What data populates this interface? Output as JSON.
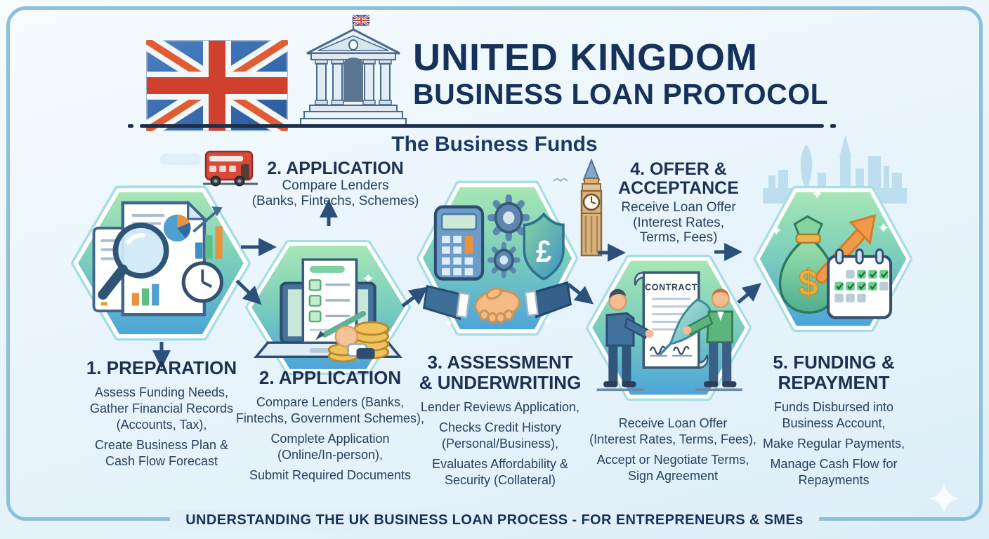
{
  "header": {
    "title_line1": "UNITED KINGDOM",
    "title_line2": "BUSINESS LOAN PROTOCOL",
    "subtitle": "The Business Funds"
  },
  "steps": [
    {
      "heading": "1. PREPARATION",
      "body_lines": [
        "Assess Funding Needs,",
        "Gather Financial Records",
        "(Accounts, Tax),",
        "Create Business Plan &",
        "Cash Flow Forecast"
      ]
    },
    {
      "heading": "2. APPLICATION",
      "top_label": {
        "heading": "2. APPLICATION",
        "lines": [
          "Compare Lenders",
          "(Banks, Fintechs, Schemes)"
        ]
      },
      "body_lines": [
        "Compare Lenders (Banks,",
        "Fintechs, Government Schemes),",
        "Complete Application",
        "(Online/In-person),",
        "Submit Required Documents"
      ]
    },
    {
      "heading_lines": [
        "3. ASSESSMENT",
        "& UNDERWRITING"
      ],
      "body_lines": [
        "Lender Reviews Application,",
        "Checks Credit History",
        "(Personal/Business),",
        "Evaluates Affordability &",
        "Security (Collateral)"
      ]
    },
    {
      "top_label": {
        "heading_lines": [
          "4. OFFER &",
          "ACCEPTANCE"
        ],
        "lines": [
          "Receive Loan Offer",
          "(Interest Rates,",
          "Terms, Fees)"
        ]
      },
      "body_lines": [
        "Receive Loan Offer",
        "(Interest Rates, Terms, Fees),",
        "Accept or Negotiate Terms,",
        "Sign Agreement"
      ]
    },
    {
      "heading_lines": [
        "5. FUNDING &",
        "REPAYMENT"
      ],
      "body_lines": [
        "Funds Disbursed into",
        "Business Account,",
        "Make Regular Payments,",
        "Manage Cash Flow for",
        "Repayments"
      ]
    }
  ],
  "footer": {
    "banner": "UNDERSTANDING THE UK BUSINESS LOAN PROCESS - FOR ENTREPRENEURS & SMEs"
  },
  "glyphs": {
    "contract_label": "CONTRACT",
    "shield_currency": "£",
    "moneybag_currency": "$"
  },
  "icons": {
    "uk-flag-icon": "United Kingdom flag",
    "bank-building-icon": "bank building with UK flag",
    "double-decker-bus-icon": "red London double-decker bus",
    "big-ben-icon": "Big Ben clock tower",
    "london-skyline-icon": "London skyline silhouette",
    "magnifier-documents-icon": "documents with magnifying glass, charts and clock",
    "laptop-application-icon": "laptop with application form, pen and coins",
    "assessment-icon": "calculator, gears, shield and handshake",
    "contract-signing-icon": "two people signing a contract with quill",
    "funding-icon": "money bag, growth arrow and repayment calendar",
    "sparkle-icon": "four-point sparkle",
    "flow-arrow-icon": "navy flow arrow"
  },
  "colors": {
    "title_navy": "#16315a",
    "body_navy": "#26405f",
    "frame_blue": "#8cc0da",
    "background": "#e8f4fb",
    "hexagon_green": "#a8e7b5",
    "hexagon_blue": "#4ba3da",
    "arrow_navy": "#2c507c",
    "accent_orange": "#ef9a4a",
    "bus_red": "#d9493a",
    "coin_gold": "#eec35c"
  }
}
